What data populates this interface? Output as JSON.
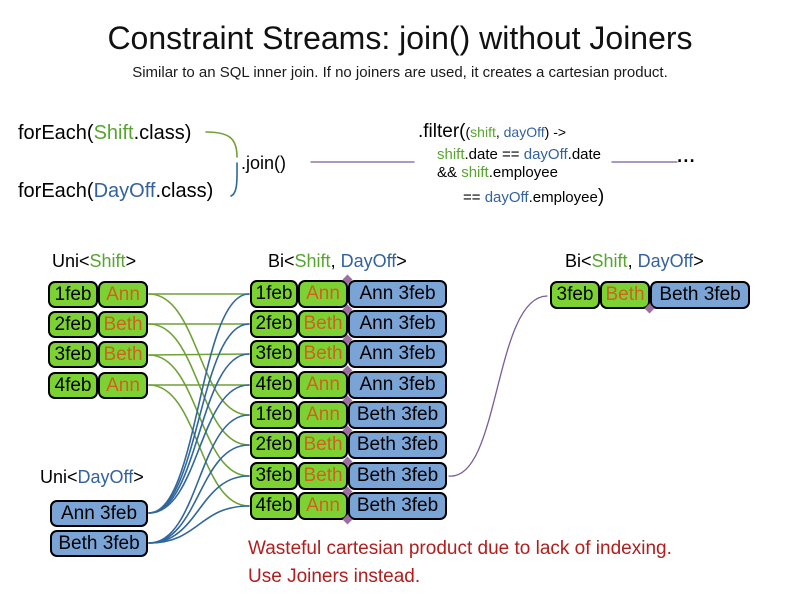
{
  "title": "Constraint Streams: join() without Joiners",
  "subtitle": "Similar to an SQL inner join. If no joiners are used, it creates a cartesian product.",
  "code": {
    "foreach_shift": {
      "prefix": "forEach(",
      "class_name": "Shift",
      "suffix": ".class)"
    },
    "foreach_dayoff": {
      "prefix": "forEach(",
      "class_name": "DayOff",
      "suffix": ".class)"
    },
    "join": ".join()",
    "filter": {
      "head": ".filter(",
      "args_open": "(",
      "arg_shift": "shift",
      "args_comma": ", ",
      "arg_dayoff": "dayOff",
      "args_close": ") ->",
      "l2_shift": "shift",
      "l2_mid": ".date == ",
      "l2_dayoff": "dayOff",
      "l2_end": ".date",
      "l3_and": "&& ",
      "l3_shift": "shift",
      "l3_end": ".employee",
      "l4_eq": "== ",
      "l4_dayoff": "dayOff",
      "l4_end": ".employee",
      "l4_paren": ")"
    },
    "ellipsis": "..."
  },
  "labels": {
    "uni_shift": {
      "pre": "Uni<",
      "type": "Shift",
      "post": ">"
    },
    "uni_dayoff": {
      "pre": "Uni<",
      "type": "DayOff",
      "post": ">"
    },
    "bi_mid": {
      "pre": "Bi<",
      "type_a": "Shift",
      "sep": ", ",
      "type_b": "DayOff",
      "post": ">"
    },
    "bi_right": {
      "pre": "Bi<",
      "type_a": "Shift",
      "sep": ", ",
      "type_b": "DayOff",
      "post": ">"
    }
  },
  "shifts": [
    {
      "date": "1feb",
      "employee": "Ann"
    },
    {
      "date": "2feb",
      "employee": "Beth"
    },
    {
      "date": "3feb",
      "employee": "Beth"
    },
    {
      "date": "4feb",
      "employee": "Ann"
    }
  ],
  "dayoffs": [
    "Ann 3feb",
    "Beth 3feb"
  ],
  "cartesian": [
    {
      "date": "1feb",
      "employee": "Ann",
      "dayoff": "Ann 3feb"
    },
    {
      "date": "2feb",
      "employee": "Beth",
      "dayoff": "Ann 3feb"
    },
    {
      "date": "3feb",
      "employee": "Beth",
      "dayoff": "Ann 3feb"
    },
    {
      "date": "4feb",
      "employee": "Ann",
      "dayoff": "Ann 3feb"
    },
    {
      "date": "1feb",
      "employee": "Ann",
      "dayoff": "Beth 3feb"
    },
    {
      "date": "2feb",
      "employee": "Beth",
      "dayoff": "Beth 3feb"
    },
    {
      "date": "3feb",
      "employee": "Beth",
      "dayoff": "Beth 3feb"
    },
    {
      "date": "4feb",
      "employee": "Ann",
      "dayoff": "Beth 3feb"
    }
  ],
  "result": {
    "date": "3feb",
    "employee": "Beth",
    "dayoff": "Beth 3feb"
  },
  "warning": {
    "line1": "Wasteful cartesian product due to lack of indexing.",
    "line2": "Use Joiners instead."
  },
  "colors": {
    "box_green": "#7CD232",
    "box_blue": "#7BA4D6",
    "orange_text": "#D2601E",
    "code_green": "#57A52F",
    "code_blue": "#33629F",
    "line_green": "#6FA136",
    "line_blue": "#31679C",
    "line_purple": "#7A5C9A",
    "red_text": "#B01E1E",
    "diamond": "#9C6FA0"
  }
}
